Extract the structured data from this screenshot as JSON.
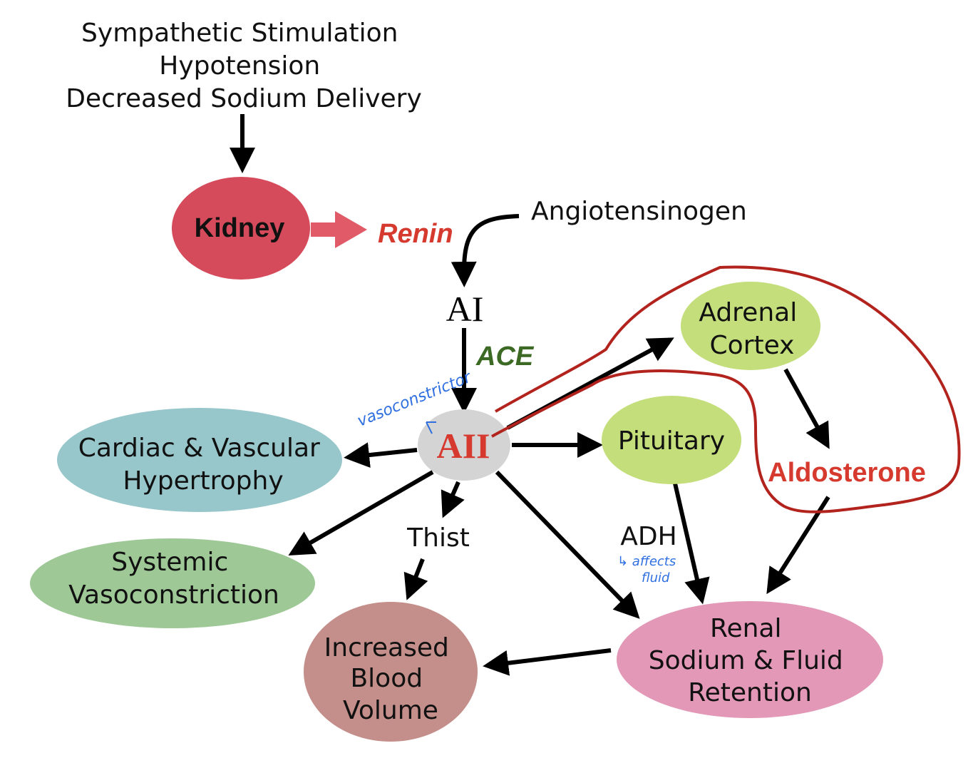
{
  "triggers": [
    "Sympathetic Stimulation",
    "Hypotension",
    "Decreased Sodium Delivery"
  ],
  "nodes": {
    "kidney": {
      "label": "Kidney",
      "color": "#d64b5b"
    },
    "renin": {
      "label": "Renin",
      "color": "#d63a2e"
    },
    "angiotensinogen": {
      "label": "Angiotensinogen"
    },
    "ai": {
      "label": "AI"
    },
    "ace": {
      "label": "ACE",
      "color": "#3c6a24"
    },
    "aii": {
      "label": "AII",
      "color": "#d4d4d4",
      "text_color": "#d63a2e"
    },
    "adrenal": {
      "lines": [
        "Adrenal",
        "Cortex"
      ],
      "color": "#c3de7a"
    },
    "pituitary": {
      "label": "Pituitary",
      "color": "#c3de7a"
    },
    "aldosterone": {
      "label": "Aldosterone",
      "color": "#d63a2e"
    },
    "cardiac": {
      "lines": [
        "Cardiac & Vascular",
        "Hypertrophy"
      ],
      "color": "#97c7ca"
    },
    "systemic": {
      "lines": [
        "Systemic",
        "Vasoconstriction"
      ],
      "color": "#9ec896"
    },
    "thirst": {
      "label": "Thist"
    },
    "adh": {
      "label": "ADH"
    },
    "blood": {
      "lines": [
        "Increased",
        "Blood",
        "Volume"
      ],
      "color": "#c48f8a"
    },
    "renal": {
      "lines": [
        "Renal",
        "Sodium & Fluid",
        "Retention"
      ],
      "color": "#e298b6"
    }
  },
  "annotations": {
    "vasoconstrictor": "vasoconstrictor",
    "adh_note": [
      "↳ affects",
      "fluid"
    ],
    "circle_color": "#b2231d",
    "ink_color": "#2f6fe0"
  }
}
